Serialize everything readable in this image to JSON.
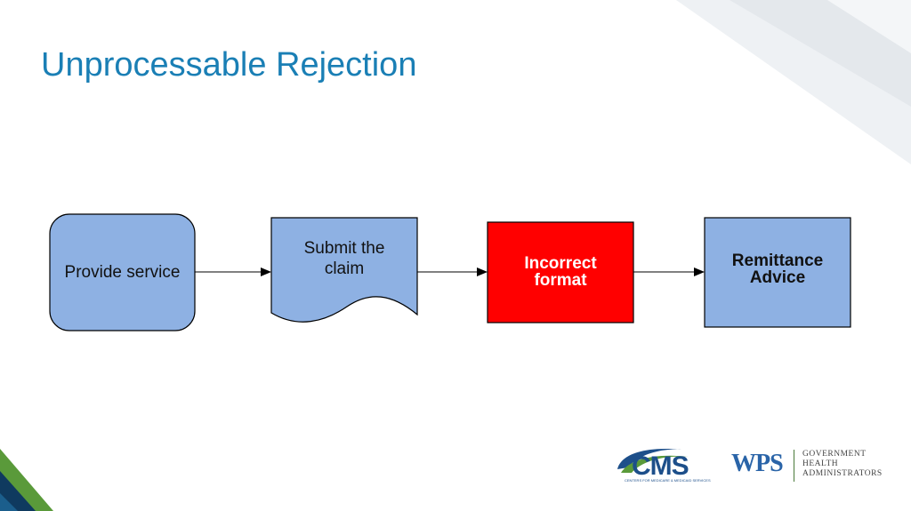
{
  "slide": {
    "title": "Unprocessable Rejection"
  },
  "flow": {
    "nodes": [
      {
        "id": "provide",
        "label": "Provide service",
        "shape": "rounded-rectangle",
        "fill": "#8eb1e3"
      },
      {
        "id": "submit",
        "label_lines": [
          "Submit the",
          "claim"
        ],
        "shape": "document",
        "fill": "#8eb1e3"
      },
      {
        "id": "incorrect",
        "label_lines": [
          "Incorrect",
          "format"
        ],
        "shape": "rectangle",
        "fill": "#ff0000"
      },
      {
        "id": "remit",
        "label_lines": [
          "Remittance",
          "Advice"
        ],
        "shape": "rectangle",
        "fill": "#8eb1e3"
      }
    ],
    "edges": [
      {
        "from": "provide",
        "to": "submit"
      },
      {
        "from": "submit",
        "to": "incorrect"
      },
      {
        "from": "incorrect",
        "to": "remit"
      }
    ]
  },
  "logos": {
    "cms": {
      "name": "CMS",
      "tagline": "CENTERS FOR MEDICARE & MEDICAID SERVICES"
    },
    "wps": {
      "name": "WPS",
      "sub_lines": [
        "GOVERNMENT",
        "HEALTH",
        "ADMINISTRATORS"
      ]
    }
  },
  "colors": {
    "title": "#1a7fb5",
    "node_blue": "#8eb1e3",
    "node_red": "#ff0000",
    "accent_green": "#5a9a3a",
    "accent_navy": "#0f3a5f"
  }
}
